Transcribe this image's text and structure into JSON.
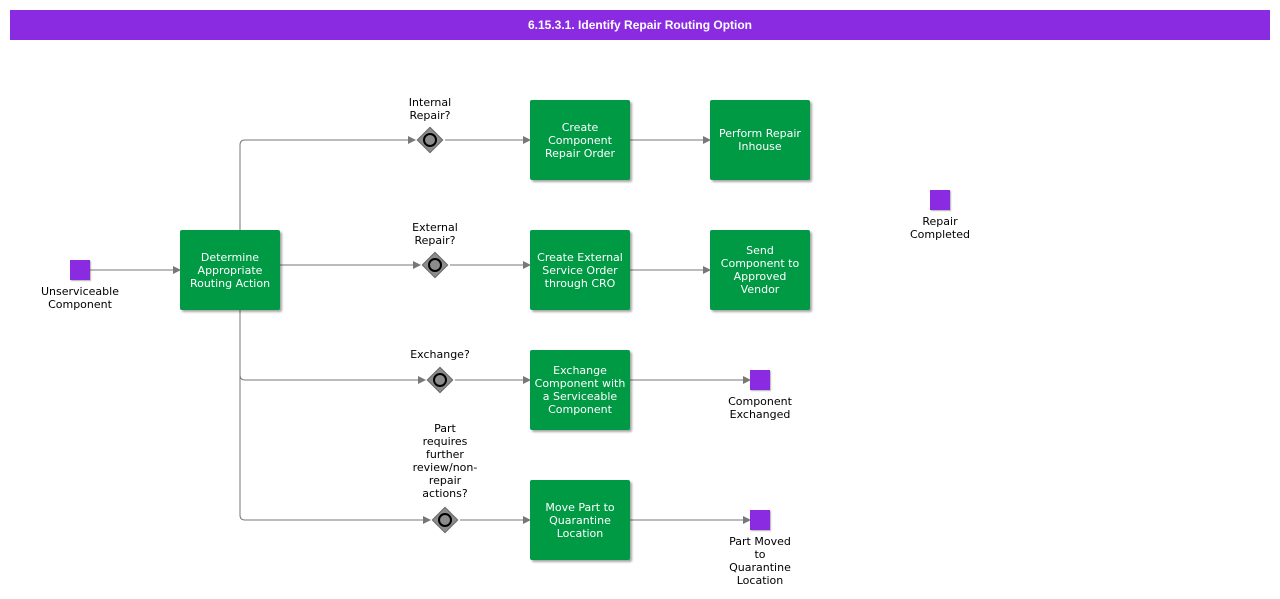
{
  "header": {
    "title": "6.15.3.1. Identify Repair Routing Option"
  },
  "events": {
    "start": "Unserviceable\nComponent",
    "repair_completed": "Repair\nCompleted",
    "component_exchanged": "Component\nExchanged",
    "part_moved": "Part Moved\nto\nQuarantine\nLocation"
  },
  "tasks": {
    "determine": "Determine Appropriate Routing Action",
    "create_repair_order": "Create Component Repair Order",
    "perform_repair": "Perform Repair Inhouse",
    "create_external": "Create External Service Order through CRO",
    "send_vendor": "Send Component to Approved Vendor",
    "exchange": "Exchange Component with a Serviceable Component",
    "move_part": "Move Part to Quarantine Location"
  },
  "gateways": {
    "internal": "Internal\nRepair?",
    "external": "External\nRepair?",
    "exchange": "Exchange?",
    "part_review": "Part\nrequires\nfurther\nreview/non-\nrepair\nactions?"
  },
  "colors": {
    "accent": "#8a2be2",
    "task": "#009944",
    "gateway": "#888888",
    "line": "#777777"
  }
}
